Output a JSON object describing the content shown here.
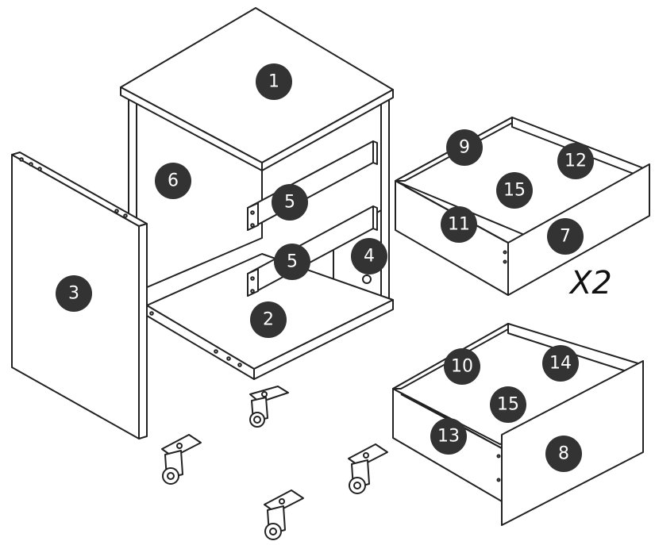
{
  "diagram": {
    "quantity_label": "X2",
    "colors": {
      "line": "#222222",
      "panel": "#ffffff",
      "callout": "#333333"
    },
    "parts": [
      {
        "id": "top-panel",
        "label": "1"
      },
      {
        "id": "bottom-panel",
        "label": "2"
      },
      {
        "id": "left-side-panel",
        "label": "3"
      },
      {
        "id": "back-panel",
        "label": "4"
      },
      {
        "id": "rail-upper",
        "label": "5"
      },
      {
        "id": "rail-lower",
        "label": "5"
      },
      {
        "id": "right-side-panel",
        "label": "6"
      },
      {
        "id": "drawer-small-front",
        "label": "7"
      },
      {
        "id": "drawer-large-front",
        "label": "8"
      },
      {
        "id": "drawer-small-left-back",
        "label": "9"
      },
      {
        "id": "drawer-large-left-back",
        "label": "10"
      },
      {
        "id": "drawer-small-left",
        "label": "11"
      },
      {
        "id": "drawer-small-right-back",
        "label": "12"
      },
      {
        "id": "drawer-large-left",
        "label": "13"
      },
      {
        "id": "drawer-large-right-back",
        "label": "14"
      },
      {
        "id": "drawer-small-bottom",
        "label": "15"
      },
      {
        "id": "drawer-large-bottom",
        "label": "15"
      }
    ],
    "casters": [
      "caster",
      "caster",
      "caster",
      "caster"
    ]
  }
}
